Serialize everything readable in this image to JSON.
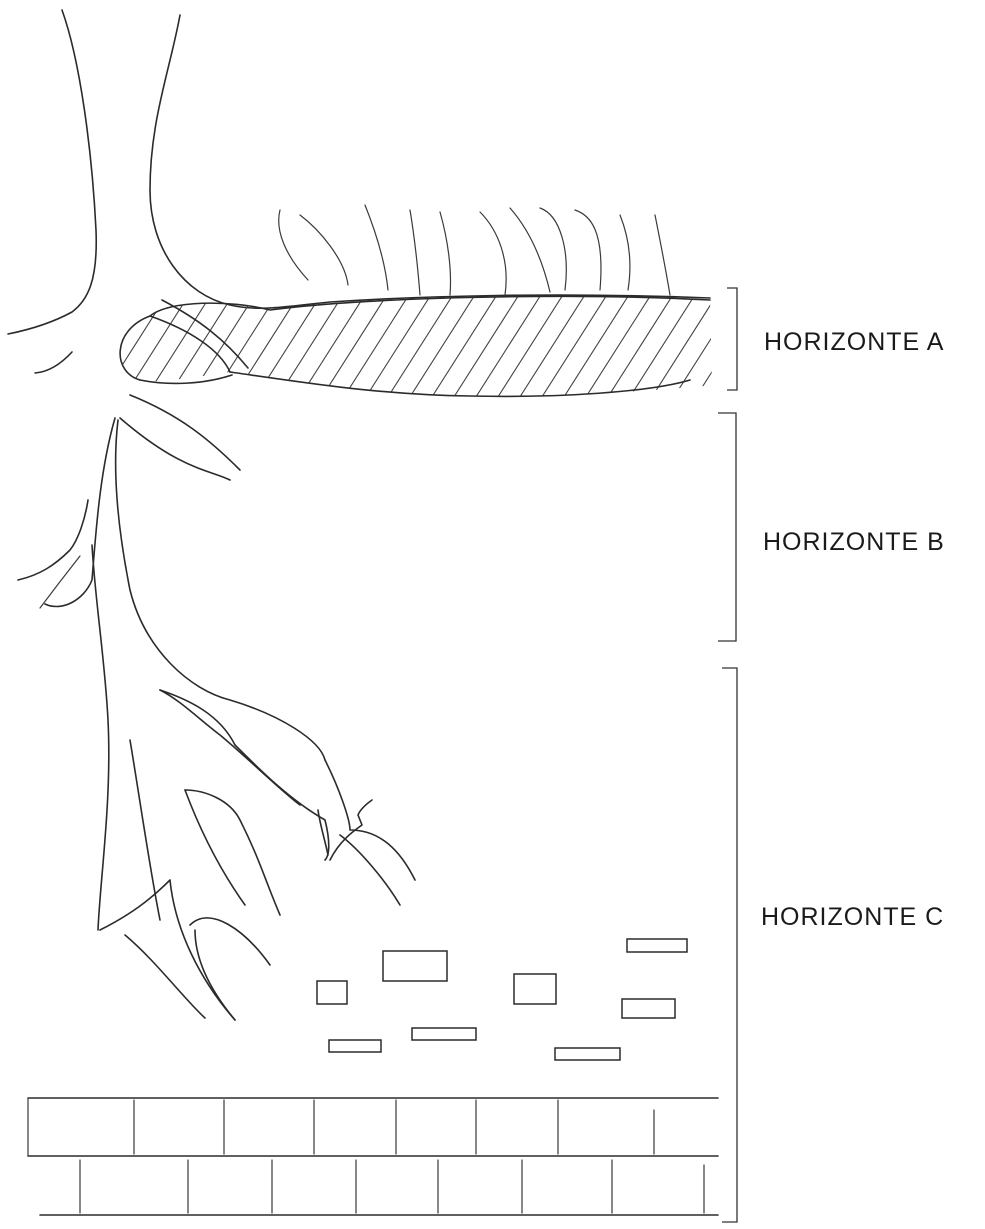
{
  "horizons": [
    {
      "label": "HORIZONTE A"
    },
    {
      "label": "HORIZONTE B"
    },
    {
      "label": "HORIZONTE C"
    }
  ]
}
